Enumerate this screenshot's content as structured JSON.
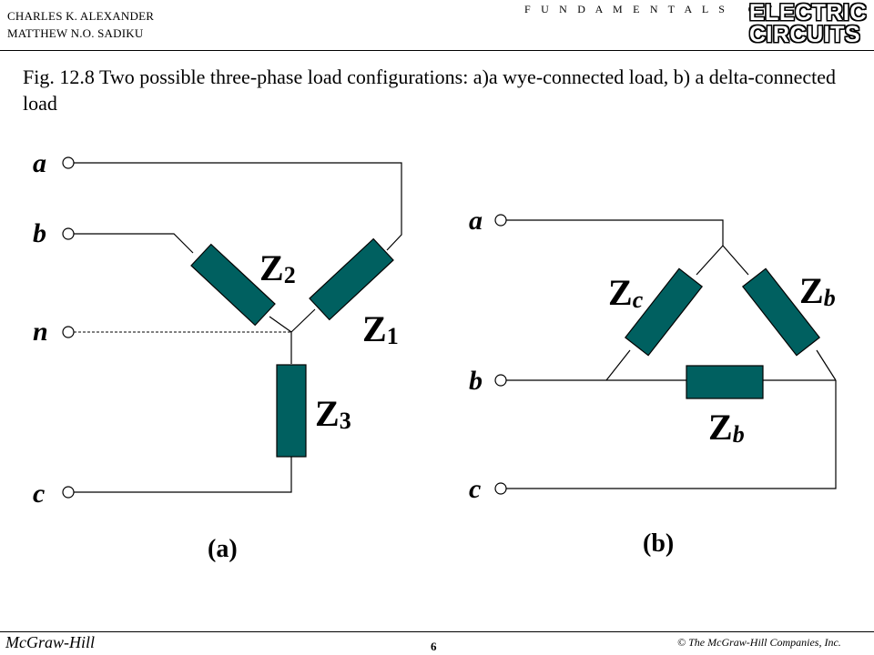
{
  "header": {
    "author1": "CHARLES K. ALEXANDER",
    "author2": "MATTHEW N.O. SADIKU",
    "series": "F U N D A M E N T A L S   O F",
    "logo_line1": "ELECTRIC",
    "logo_line2": "CIRCUITS"
  },
  "caption": "Fig. 12.8 Two possible three-phase load configurations: a)a wye-connected load, b) a delta-connected load",
  "diagram_a": {
    "terminals": {
      "a": "a",
      "b": "b",
      "n": "n",
      "c": "c"
    },
    "impedances": [
      {
        "main": "Z",
        "sub": "2"
      },
      {
        "main": "Z",
        "sub": "1"
      },
      {
        "main": "Z",
        "sub": "3"
      }
    ],
    "label": "(a)"
  },
  "diagram_b": {
    "terminals": {
      "a": "a",
      "b": "b",
      "c": "c"
    },
    "impedances": [
      {
        "main": "Z",
        "sub": "c"
      },
      {
        "main": "Z",
        "sub": "b"
      },
      {
        "main": "Z",
        "sub": "b"
      }
    ],
    "label": "(b)"
  },
  "colors": {
    "impedance_fill": "#006060",
    "wire": "#000000"
  },
  "footer": {
    "publisher": "McGraw-Hill",
    "page": "6",
    "copyright": "© The McGraw-Hill Companies, Inc."
  }
}
